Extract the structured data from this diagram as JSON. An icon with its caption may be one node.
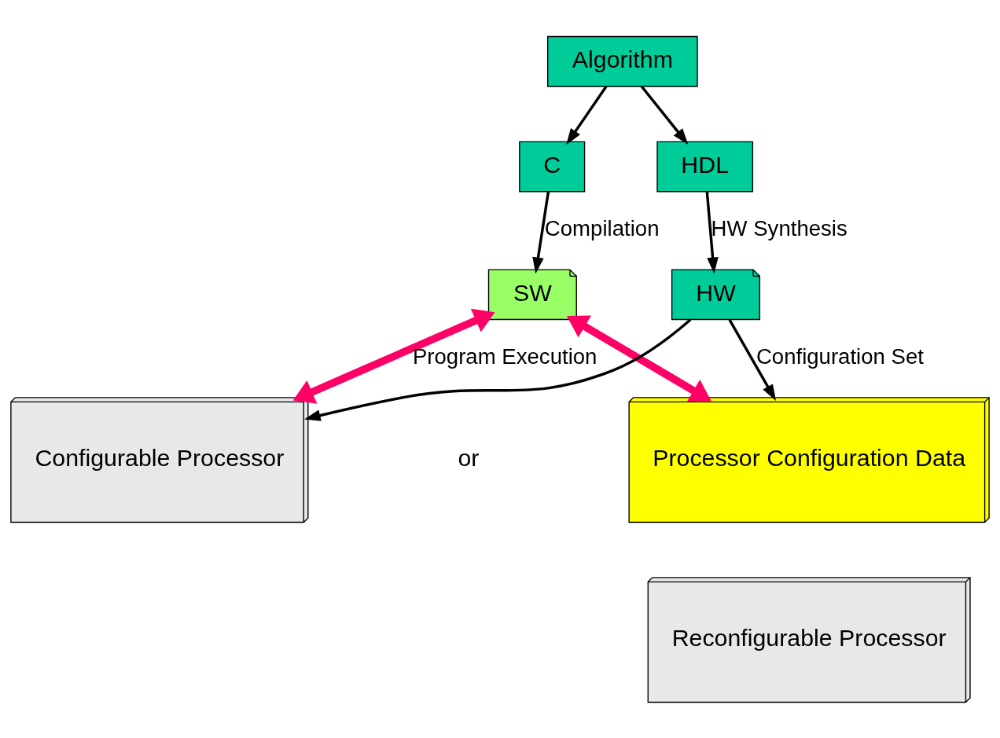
{
  "diagram": {
    "nodes": [
      {
        "text": [
          "Algorithm"
        ]
      },
      {
        "text": [
          "C"
        ]
      },
      {
        "text": [
          "HDL"
        ]
      },
      {
        "text": [
          "SW"
        ]
      },
      {
        "text": [
          "HW"
        ]
      },
      {
        "text": [
          "Configurable Processor"
        ]
      },
      {
        "text": [
          "Processor Configuration Data"
        ]
      },
      {
        "text": [
          "Reconfigurable Processor"
        ]
      }
    ],
    "edges": [
      {
        "from": 0,
        "to": 1,
        "arrow": "to"
      },
      {
        "from": 0,
        "to": 2,
        "arrow": "to"
      },
      {
        "from": 1,
        "to": 3,
        "arrow": "to",
        "label": "Compilation"
      },
      {
        "from": 2,
        "to": 4,
        "arrow": "to",
        "label": "HW Synthesis"
      },
      {
        "from": 3,
        "to": 5,
        "arrow": "both",
        "label": "Program Execution",
        "style": "thick",
        "color": "#ff0066"
      },
      {
        "from": 3,
        "to": 6,
        "arrow": "both",
        "style": "thick",
        "color": "#ff0066"
      },
      {
        "from": 4,
        "to": 5,
        "arrow": "to"
      },
      {
        "from": 4,
        "to": 6,
        "arrow": "to",
        "label": "Configuration Set"
      }
    ],
    "labels": [
      "or"
    ]
  }
}
